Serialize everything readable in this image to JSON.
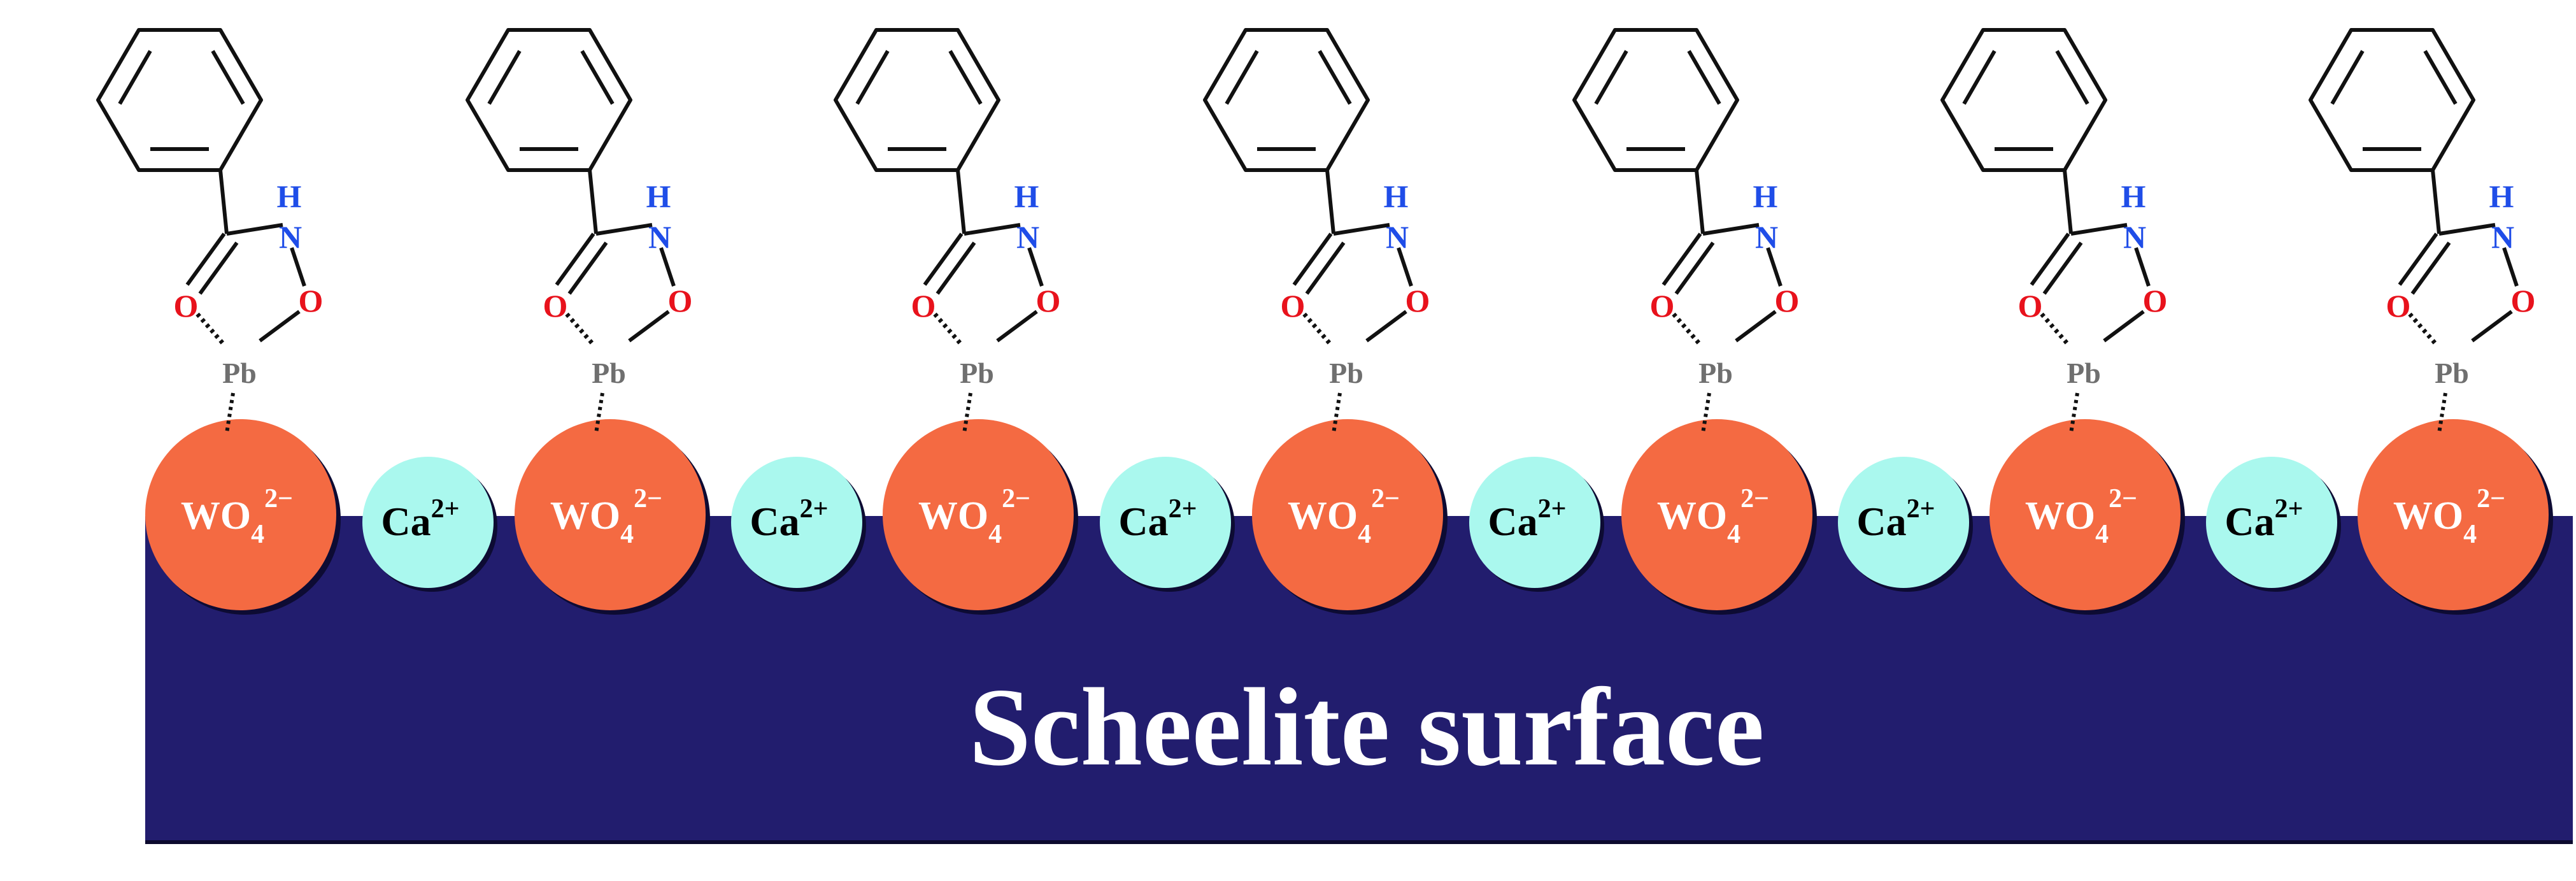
{
  "surface": {
    "label": "Scheelite surface",
    "color": "#221d6e"
  },
  "tungstate_ion": {
    "base": "WO",
    "subscript": "4",
    "charge": "2−",
    "color": "#f46a42"
  },
  "calcium_ion": {
    "base": "Ca",
    "charge": "2+",
    "color": "#aaf8ee"
  },
  "collector_atoms": {
    "hydrogen": "H",
    "nitrogen": "N",
    "oxygen": "O",
    "lead": "Pb",
    "nh_color": "#1f4de8",
    "o_color": "#e8121c",
    "pb_color": "#6f6f6f"
  }
}
